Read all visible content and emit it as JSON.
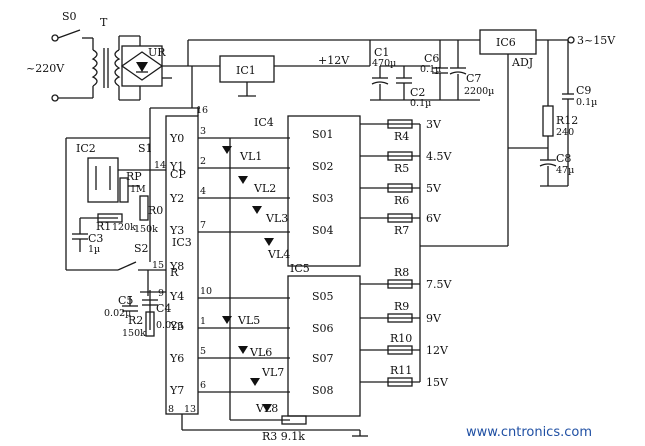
{
  "labels": {
    "s0": "S0",
    "t": "T",
    "mains": "~220V",
    "ur": "UR",
    "ic1": "IC1",
    "v12": "+12V",
    "c1": "C1",
    "c1v": "470µ",
    "c2": "C2",
    "c2v": "0.1µ",
    "c6": "C6",
    "c6v": "0.1µ",
    "c7": "C7",
    "c7v": "2200µ",
    "ic6": "IC6",
    "out": "3~15V",
    "adj": "ADJ",
    "c9": "C9",
    "c9v": "0.1µ",
    "r12": "R12",
    "r12v": "240",
    "c8": "C8",
    "c8v": "47µ",
    "ic2": "IC2",
    "s1": "S1",
    "rp": "RP",
    "rpv": "1M",
    "r0": "R0",
    "r0v": "150k",
    "r1": "R1",
    "r1v": "120k",
    "c3": "C3",
    "c3v": "1µ",
    "s2": "S2",
    "c5": "C5",
    "c5v": "0.02µ",
    "c4": "C4",
    "c4v": "0.02µ",
    "r2": "R2",
    "r2v": "150k",
    "ic3": "IC3",
    "ic4": "IC4",
    "ic5": "IC5",
    "cp": "CP",
    "r": "R",
    "p16": "16",
    "p3": "3",
    "p2": "2",
    "p4": "4",
    "p7": "7",
    "p10": "10",
    "p1": "1",
    "p5": "5",
    "p6": "6",
    "p9": "9",
    "p14": "14",
    "p15": "15",
    "p8": "8",
    "p13": "13",
    "y0": "Y0",
    "y1": "Y1",
    "y2": "Y2",
    "y3": "Y3",
    "y4": "Y4",
    "y5": "Y5",
    "y6": "Y6",
    "y7": "Y7",
    "y8": "Y8",
    "vl1": "VL1",
    "vl2": "VL2",
    "vl3": "VL3",
    "vl4": "VL4",
    "vl5": "VL5",
    "vl6": "VL6",
    "vl7": "VL7",
    "vl8": "VL8",
    "r3": "R3 9.1k",
    "s01": "S01",
    "s02": "S02",
    "s03": "S03",
    "s04": "S04",
    "s05": "S05",
    "s06": "S06",
    "s07": "S07",
    "s08": "S08",
    "r4": "R4",
    "r5": "R5",
    "r6": "R6",
    "r7": "R7",
    "r8": "R8",
    "r9": "R9",
    "r10": "R10",
    "r11": "R11",
    "v3": "3V",
    "v45": "4.5V",
    "v5": "5V",
    "v6": "6V",
    "v75": "7.5V",
    "v9": "9V",
    "v12b": "12V",
    "v15": "15V",
    "watermark": "www.cntronics.com"
  }
}
